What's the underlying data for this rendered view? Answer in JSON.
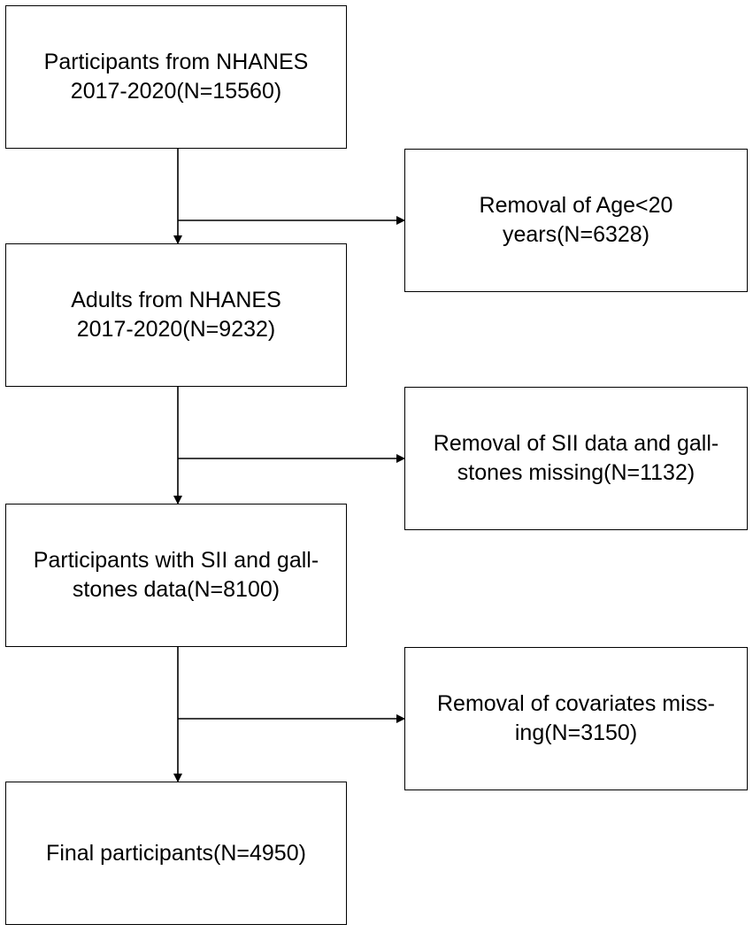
{
  "flowchart": {
    "main_boxes": [
      {
        "lines": [
          "Participants from NHANES",
          "2017-2020(N=15560)"
        ]
      },
      {
        "lines": [
          "Adults from NHANES",
          "2017-2020(N=9232)"
        ]
      },
      {
        "lines": [
          "Participants with SII and gall-",
          "stones data(N=8100)"
        ]
      },
      {
        "lines": [
          "Final participants(N=4950)"
        ]
      }
    ],
    "exclusion_boxes": [
      {
        "lines": [
          "Removal of Age<20",
          "years(N=6328)"
        ]
      },
      {
        "lines": [
          "Removal of SII data and gall-",
          "stones missing(N=1132)"
        ]
      },
      {
        "lines": [
          "Removal of covariates miss-",
          "ing(N=3150)"
        ]
      }
    ],
    "colors": {
      "stroke": "#000000",
      "text": "#000000",
      "background": "#ffffff"
    }
  }
}
